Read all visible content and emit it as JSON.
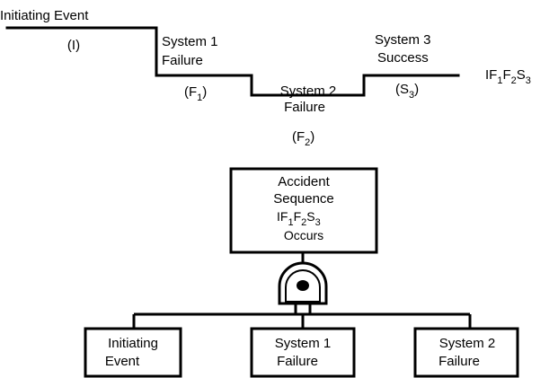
{
  "event_tree": {
    "initiating_event": {
      "label": "Initiating Event",
      "symbol": "(I)"
    },
    "system1": {
      "line1": "System 1",
      "line2": "Failure",
      "symbol_base": "(F",
      "symbol_sub": "1",
      "symbol_end": ")"
    },
    "system2": {
      "line1": "System 2",
      "line2": "Failure",
      "symbol_base": "(F",
      "symbol_sub": "2",
      "symbol_end": ")"
    },
    "system3": {
      "line1": "System 3",
      "line2": "Success",
      "symbol_base": "(S",
      "symbol_sub": "3",
      "symbol_end": ")"
    },
    "sequence": {
      "parts": [
        "IF",
        "1",
        "F",
        "2",
        "S",
        "3"
      ]
    }
  },
  "fault_tree": {
    "top_event": {
      "line1": "Accident",
      "line2": "Sequence",
      "seq_parts": [
        "IF",
        "1",
        "F",
        "2",
        "S",
        "3"
      ],
      "line4": "Occurs"
    },
    "gate": {
      "type": "AND"
    },
    "inputs": [
      {
        "line1": "Initiating",
        "line2": "Event"
      },
      {
        "line1": "System 1",
        "line2": "Failure"
      },
      {
        "line1": "System 2",
        "line2": "Failure"
      }
    ]
  }
}
